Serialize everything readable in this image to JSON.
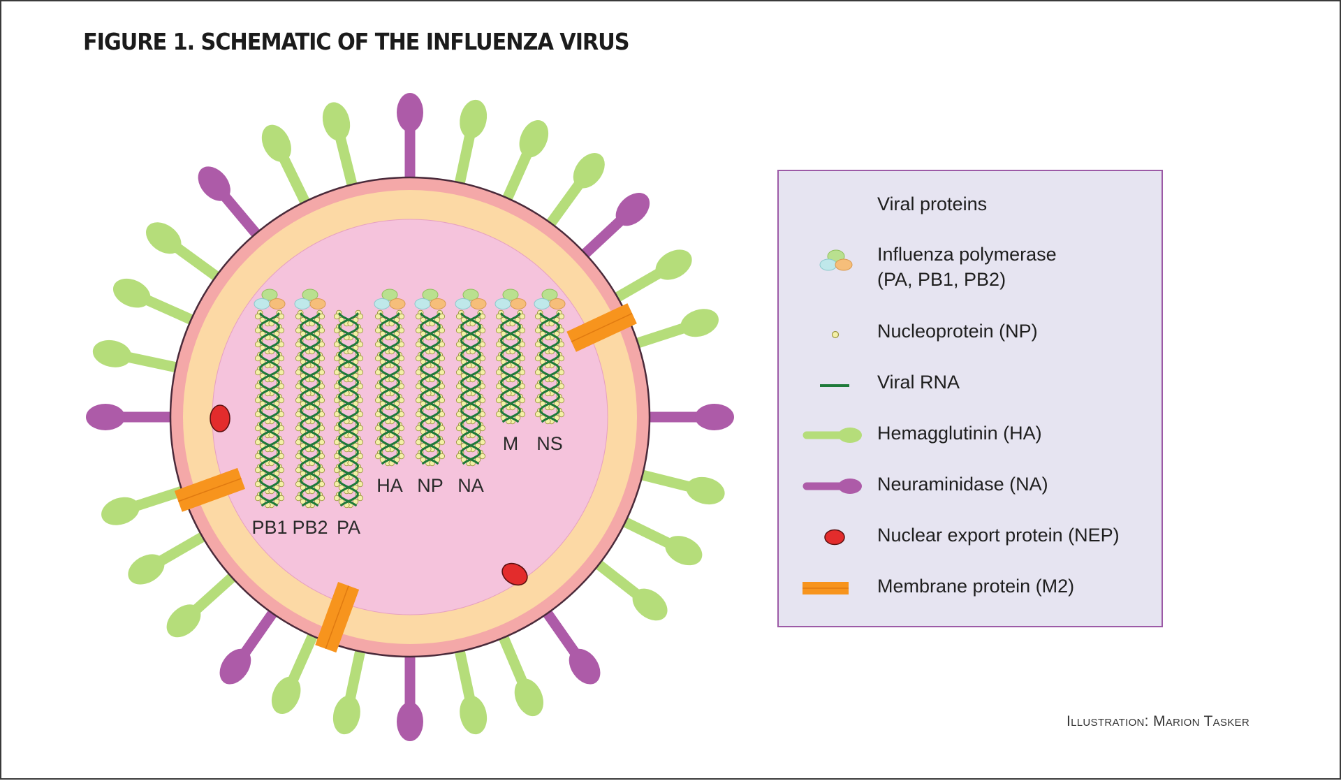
{
  "figure": {
    "title": "FIGURE 1. SCHEMATIC OF THE INFLUENZA VIRUS",
    "credit": "Illustration: Marion Tasker"
  },
  "segments": [
    {
      "label": "PB1"
    },
    {
      "label": "PB2"
    },
    {
      "label": "PA"
    },
    {
      "label": "HA"
    },
    {
      "label": "NP"
    },
    {
      "label": "NA"
    },
    {
      "label": "M"
    },
    {
      "label": "NS"
    }
  ],
  "legend": {
    "title": "Viral proteins",
    "items": [
      {
        "icon": "polymerase-icon",
        "line1": "Influenza polymerase",
        "line2": "(PA, PB1, PB2)"
      },
      {
        "icon": "nucleoprotein-icon",
        "line1": "Nucleoprotein (NP)"
      },
      {
        "icon": "viral-rna-icon",
        "line1": "Viral RNA"
      },
      {
        "icon": "hemagglutinin-icon",
        "line1": "Hemagglutinin (HA)"
      },
      {
        "icon": "neuraminidase-icon",
        "line1": "Neuraminidase (NA)"
      },
      {
        "icon": "nep-icon",
        "line1": "Nuclear export protein (NEP)"
      },
      {
        "icon": "m2-icon",
        "line1": "Membrane protein (M2)"
      }
    ]
  },
  "colors": {
    "hemagglutinin": "#b5dd7a",
    "neuraminidase": "#ad5ba8",
    "nep": "#e32c2c",
    "m2": "#f7941d",
    "interior": "#f5c3dc",
    "membrane_inner": "#fcd9a5",
    "membrane_outer": "#f4a8a8",
    "rna": "#1e7a3a",
    "nucleoprotein": "#f4f0a8",
    "polymerase_a": "#b9e08f",
    "polymerase_b": "#bfe8ea",
    "polymerase_c": "#f6be7a",
    "legend_bg": "#e6e4f1"
  }
}
